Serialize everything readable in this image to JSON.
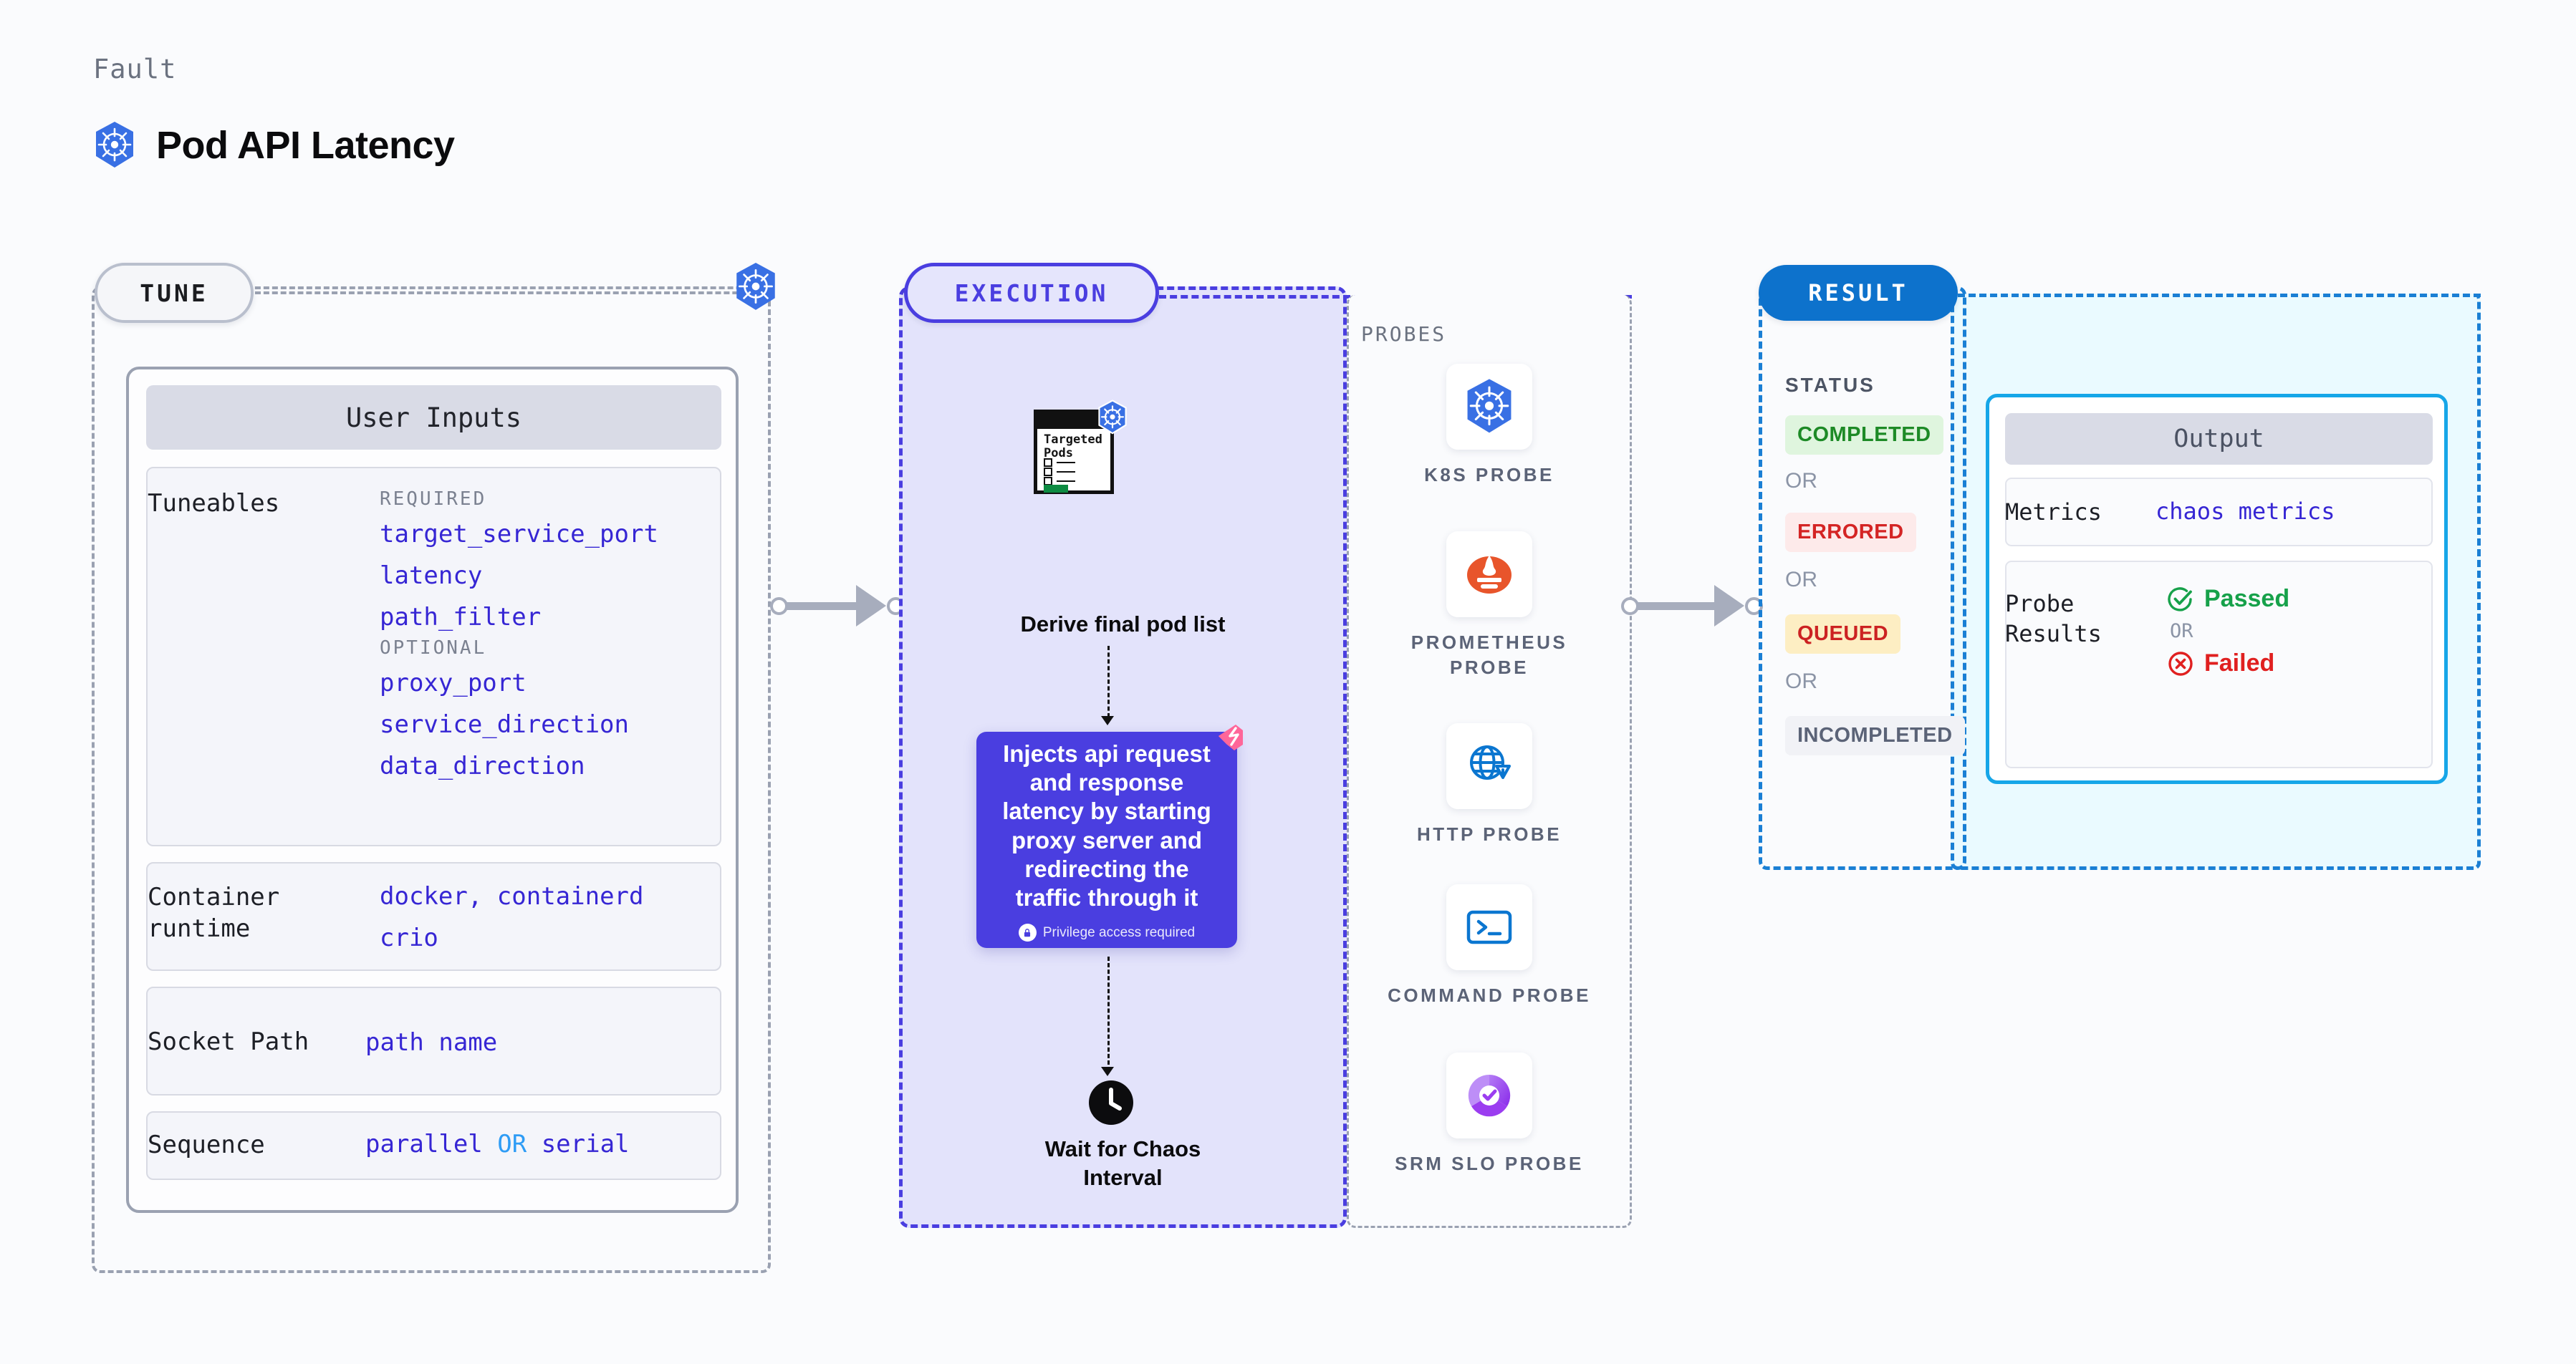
{
  "header": {
    "eyebrow": "Fault",
    "title": "Pod API Latency",
    "icon": "kubernetes-icon"
  },
  "tune": {
    "pill_label": "TUNE",
    "card_title": "User Inputs",
    "sections": [
      {
        "label": "Tuneables",
        "groups": [
          {
            "heading": "REQUIRED",
            "values": [
              "target_service_port",
              "latency",
              "path_filter"
            ]
          },
          {
            "heading": "OPTIONAL",
            "values": [
              "proxy_port",
              "service_direction",
              "data_direction"
            ]
          }
        ]
      },
      {
        "label": "Container runtime",
        "values": [
          "docker",
          "containerd",
          "crio"
        ],
        "separator": ","
      },
      {
        "label": "Socket Path",
        "values": [
          "path name"
        ]
      },
      {
        "label": "Sequence",
        "values": [
          "parallel",
          "serial"
        ],
        "separator": "OR"
      }
    ],
    "runtime_line1": "docker",
    "runtime_comma": ",",
    "runtime_line1b": "containerd",
    "runtime_line2": "crio",
    "socket_value": "path name",
    "seq_a": "parallel",
    "seq_or": "OR",
    "seq_b": "serial",
    "label_container": "Container",
    "label_runtime": "runtime",
    "label_socket": "Socket Path",
    "label_sequence": "Sequence",
    "label_tuneables": "Tuneables"
  },
  "execution": {
    "pill_label": "EXECUTION",
    "pods_card": {
      "title_line1": "Targeted",
      "title_line2": "Pods",
      "icon": "kubernetes-icon"
    },
    "step1_caption": "Derive final pod list",
    "inject_text": "Injects api request and response latency by starting proxy server and redirecting the traffic through it",
    "privilege_note": "Privilege access required",
    "step3_caption_line1": "Wait for Chaos",
    "step3_caption_line2": "Interval"
  },
  "probes": {
    "label": "PROBES",
    "items": [
      {
        "name": "K8S  PROBE",
        "icon": "kubernetes-icon"
      },
      {
        "name": "PROMETHEUS PROBE",
        "icon": "prometheus-icon"
      },
      {
        "name": "HTTP  PROBE",
        "icon": "globe-warning-icon"
      },
      {
        "name": "COMMAND PROBE",
        "icon": "terminal-icon"
      },
      {
        "name": "SRM SLO PROBE",
        "icon": "srm-slo-icon"
      }
    ]
  },
  "result": {
    "pill_label": "RESULT",
    "status_label": "STATUS",
    "or_label": "OR",
    "statuses": [
      {
        "text": "COMPLETED",
        "bg": "#dff5de",
        "fg": "#1d8a26"
      },
      {
        "text": "ERRORED",
        "bg": "#fdeaea",
        "fg": "#d42424"
      },
      {
        "text": "QUEUED",
        "bg": "#fdeec3",
        "fg": "#cc2222"
      },
      {
        "text": "INCOMPLETED",
        "bg": "#f1f2f6",
        "fg": "#5b6377"
      }
    ],
    "output": {
      "title": "Output",
      "metrics_label": "Metrics",
      "metrics_value": "chaos metrics",
      "probe_label_line1": "Probe",
      "probe_label_line2": "Results",
      "passed": "Passed",
      "failed": "Failed",
      "or_label": "OR"
    }
  },
  "colors": {
    "accent_purple": "#4a3ee0",
    "accent_blue": "#0d72cc",
    "accent_cyan": "#16a6e8",
    "k8s_blue": "#3970e4",
    "mono_value": "#3626d4"
  }
}
